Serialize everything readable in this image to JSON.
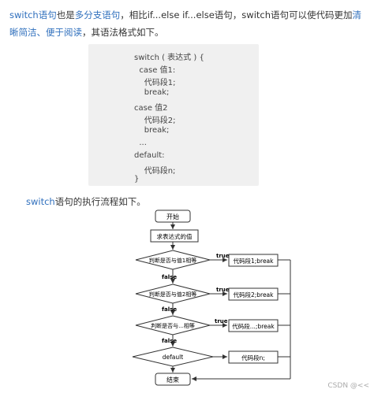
{
  "intro": {
    "t1": "switch语句",
    "t2": "也是",
    "t3": "多分支语句",
    "t4": "，相比if...else if...else语句，switch语句可以使代码更加",
    "t5": "清晰简",
    "t6": "洁、便于阅读",
    "t7": "，其语法格式如下。"
  },
  "code": {
    "lines": [
      "switch ( 表达式 ) {",
      "  case 值1:",
      "    代码段1;",
      "    break;",
      "case 值2",
      "    代码段2;",
      "    break;",
      "  ...",
      "default:",
      "    代码段n;",
      "}"
    ]
  },
  "flow_intro": {
    "t1": "switch",
    "t2": "语句的执行流程如下。"
  },
  "flowchart": {
    "start": "开始",
    "eval": "求表达式的值",
    "cond1": "判断是否与值1相等",
    "cond2": "判断是否与值2相等",
    "cond3": "判断是否与...相等",
    "default": "default",
    "true": "true",
    "false": "false",
    "act1": "代码段1;break",
    "act2": "代码段2;break",
    "act3": "代码段...;break",
    "actn": "代码段n;",
    "end": "结束"
  },
  "watermark": "CSDN @<<"
}
